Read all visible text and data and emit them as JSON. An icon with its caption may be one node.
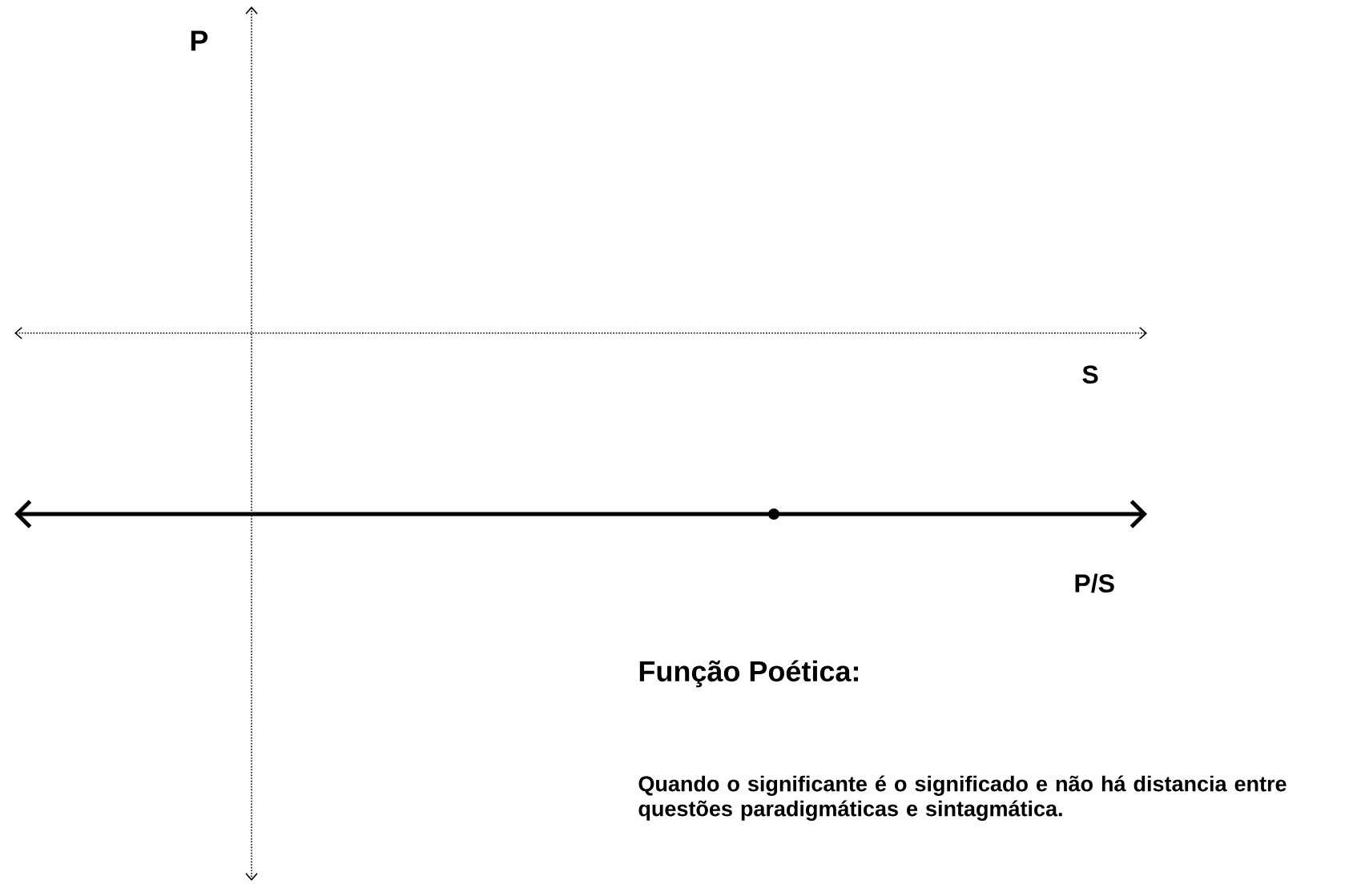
{
  "diagram": {
    "labels": [
      "P",
      "S",
      "P/S",
      "Função Poética:",
      "Quando o significante é o significado e não há distancia entre questões paradigmáticas e sintagmática."
    ]
  }
}
